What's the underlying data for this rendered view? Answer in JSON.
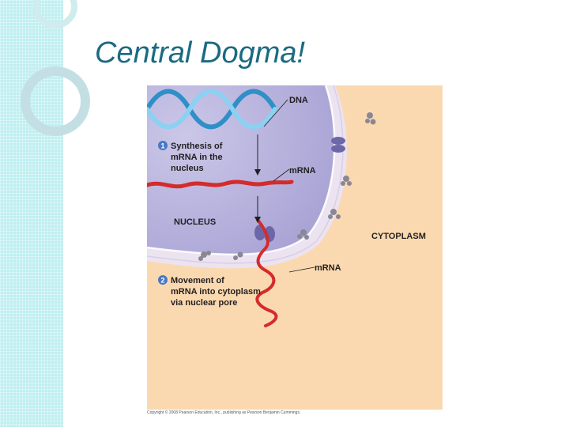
{
  "slide": {
    "title": "Central Dogma!"
  },
  "figure": {
    "labels": {
      "dna": "DNA",
      "mrna_1": "mRNA",
      "mrna_2": "mRNA",
      "nucleus": "NUCLEUS",
      "cytoplasm": "CYTOPLASM"
    },
    "steps": [
      {
        "number": "1",
        "lines": [
          "Synthesis of",
          "mRNA in the",
          "nucleus"
        ]
      },
      {
        "number": "2",
        "lines": [
          "Movement of",
          "mRNA into cytoplasm",
          "via nuclear pore"
        ]
      }
    ],
    "credit": "Copyright © 2008 Pearson Education, Inc., publishing as Pearson Benjamin Cummings."
  },
  "colors": {
    "strip": "#bfeef0",
    "title": "#1a6a82",
    "cytoplasm": "#fbd9b0",
    "nucleus": "#b8b3dc",
    "dna": "#4fb3e3",
    "mrna": "#d42b2b",
    "step_badge": "#4a78c2"
  }
}
